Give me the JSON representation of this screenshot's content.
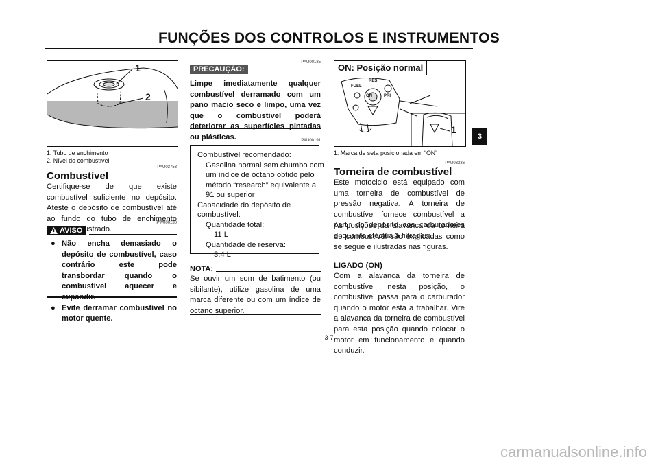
{
  "header": {
    "title": "FUNÇÕES DOS CONTROLOS E INSTRUMENTOS"
  },
  "left": {
    "figure_callouts": [
      "1",
      "2"
    ],
    "captions": [
      "1.  Tubo de enchimento",
      "2.  Nível do combustível"
    ],
    "code1": "PAU03753",
    "heading": "Combustível",
    "body": "Certifique-se de que existe combustível suficiente no depósito. Ateste o depósito de combustível até ao fundo do tubo de enchimento conforme ilustrado.",
    "code2": "PW000130",
    "warning_label": "AVISO",
    "warning_items": [
      "Não encha demasiado o depósito de combustível, caso contrário este pode transbordar quando o combustível aquecer e expandir.",
      "Evite derramar combustível no motor quente."
    ]
  },
  "middle": {
    "code1": "PAU00185",
    "caution_label": "PRECAUÇÃO:",
    "caution_text": "Limpe imediatamente qualquer combustível derramado com um pano macio seco e limpo, uma vez que o combustível poderá deteriorar as superfícies pintadas ou plásticas.",
    "code2": "PAU00191",
    "spec_lines": [
      "Combustível recomendado:",
      "Gasolina normal sem chumbo com",
      "um índice de octano obtido pelo",
      "método “research” equivalente a",
      "91 ou superior",
      "Capacidade do depósito de",
      "combustível:",
      "Quantidade total:",
      "11 L",
      "Quantidade de reserva:",
      "3,4 L"
    ],
    "note_label": "NOTA:",
    "note_text": "Se ouvir um som de batimento (ou sibilante), utilize gasolina de uma marca diferente ou com um índice de octano superior."
  },
  "right": {
    "figure_title": "ON: Posição normal",
    "figure_callout": "1",
    "figure_labels": {
      "fuel": "FUEL",
      "on": "ON",
      "res": "RES",
      "pri": "PRI"
    },
    "caption": "1.  Marca de seta posicionada em “ON”",
    "code1": "PAU03236",
    "heading": "Torneira de combustível",
    "body1": "Este motociclo está equipado com uma torneira de combustível de pressão negativa. A torneira de combustível fornece combustível a partir do depósito aos carburadores enquanto efectua a filtragem.",
    "body2": "As posições da alavanca da torneira de combustível são explicadas como se segue e ilustradas nas figuras.",
    "subheading": "LIGADO (ON)",
    "body3": "Com a alavanca da torneira de combustível nesta posição, o combustível passa para o carburador quando o motor está a trabalhar.  Vire a alavanca da torneira de combustível para esta posição quando colocar o motor em funcionamento e quando conduzir."
  },
  "side_tab": "3",
  "footer": {
    "page_number": "3-7"
  },
  "watermark": "carmanualsonline.info"
}
